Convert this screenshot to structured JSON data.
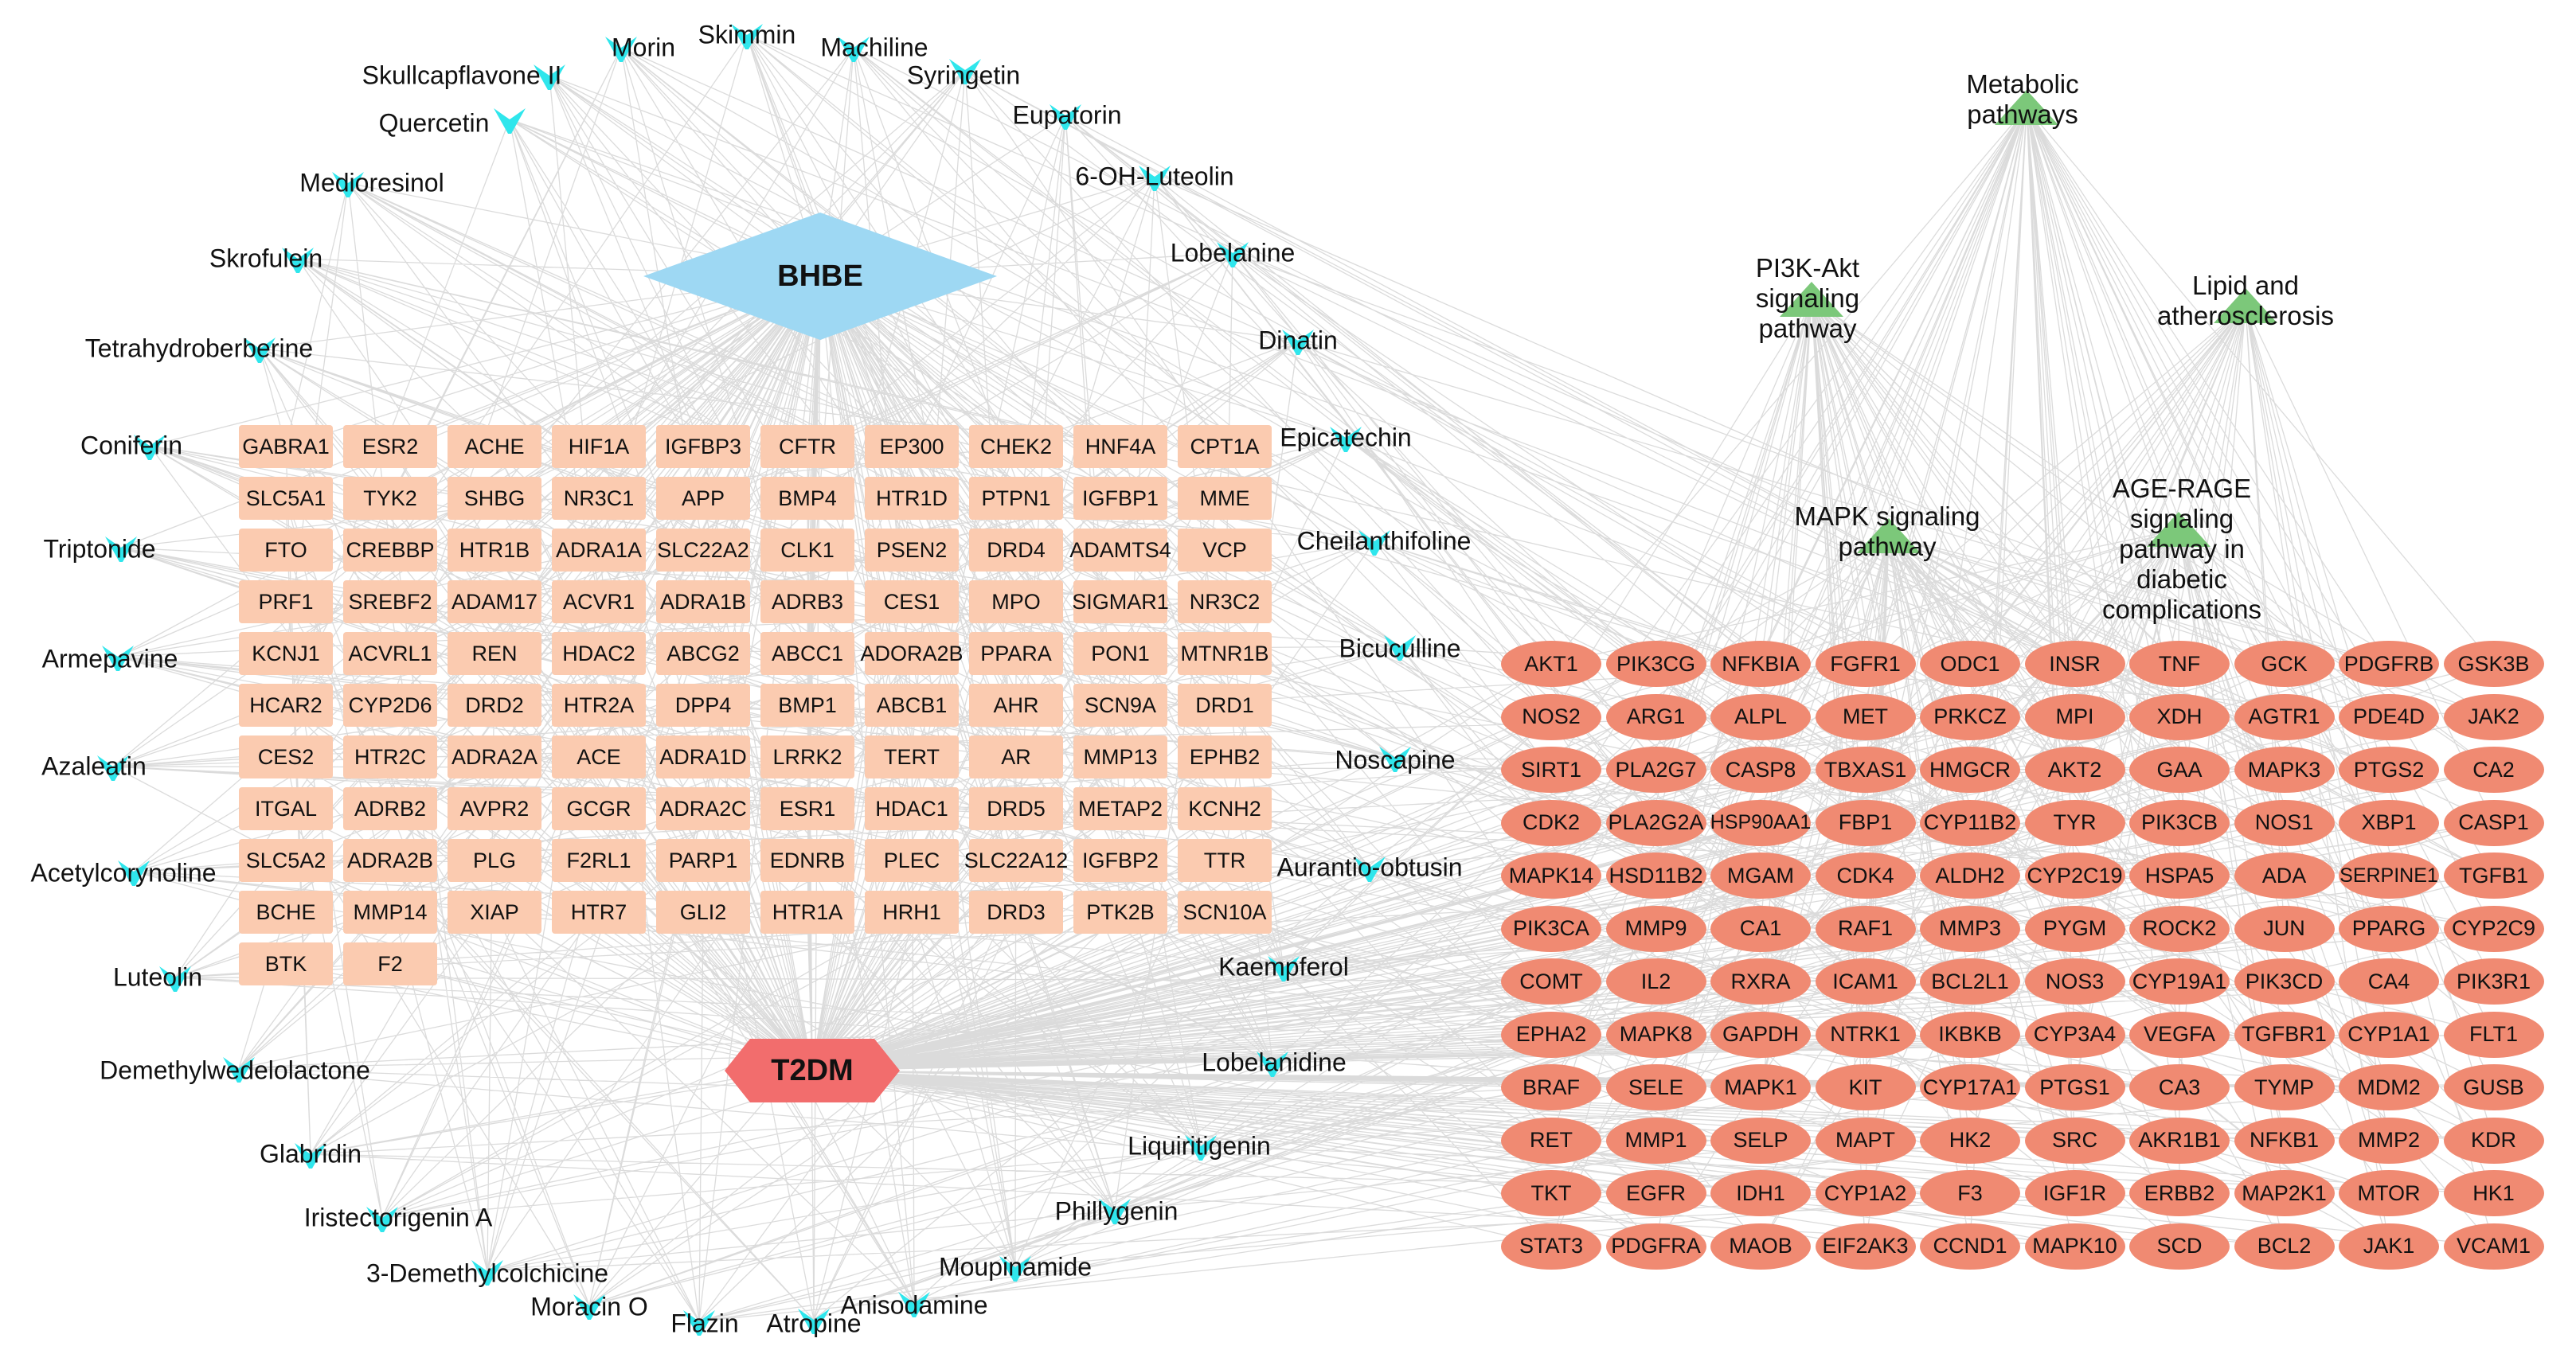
{
  "hubs": {
    "bhbe": {
      "label": "BHBE",
      "color": "#9ed8f3"
    },
    "t2dm": {
      "label": "T2DM",
      "color": "#f26d6d"
    }
  },
  "compounds": [
    "Morin",
    "Skimmin",
    "Machiline",
    "Skullcapflavone II",
    "Syringetin",
    "Quercetin",
    "Eupatorin",
    "Medioresinol",
    "6-OH-Luteolin",
    "Skrofulein",
    "Lobelanine",
    "Tetrahydroberberine",
    "Dinatin",
    "Coniferin",
    "Epicatechin",
    "Triptonide",
    "Cheilanthifoline",
    "Armepavine",
    "Bicuculline",
    "Azaleatin",
    "Noscapine",
    "Acetylcorynoline",
    "Aurantio-obtusin",
    "Luteolin",
    "Kaempferol",
    "Demethylwedelolactone",
    "Lobelanidine",
    "Glabridin",
    "Liquiritigenin",
    "Iristectorigenin A",
    "Phillygenin",
    "3-Demethylcolchicine",
    "Moupinamide",
    "Moracin O",
    "Anisodamine",
    "Flazin",
    "Atropine"
  ],
  "shared_targets": [
    [
      "GABRA1",
      "ESR2",
      "ACHE",
      "HIF1A",
      "IGFBP3",
      "CFTR",
      "EP300",
      "CHEK2",
      "HNF4A",
      "CPT1A"
    ],
    [
      "SLC5A1",
      "TYK2",
      "SHBG",
      "NR3C1",
      "APP",
      "BMP4",
      "HTR1D",
      "PTPN1",
      "IGFBP1",
      "MME"
    ],
    [
      "FTO",
      "CREBBP",
      "HTR1B",
      "ADRA1A",
      "SLC22A2",
      "CLK1",
      "PSEN2",
      "DRD4",
      "ADAMTS4",
      "VCP"
    ],
    [
      "PRF1",
      "SREBF2",
      "ADAM17",
      "ACVR1",
      "ADRA1B",
      "ADRB3",
      "CES1",
      "MPO",
      "SIGMAR1",
      "NR3C2"
    ],
    [
      "KCNJ1",
      "ACVRL1",
      "REN",
      "HDAC2",
      "ABCG2",
      "ABCC1",
      "ADORA2B",
      "PPARA",
      "PON1",
      "MTNR1B"
    ],
    [
      "HCAR2",
      "CYP2D6",
      "DRD2",
      "HTR2A",
      "DPP4",
      "BMP1",
      "ABCB1",
      "AHR",
      "SCN9A",
      "DRD1"
    ],
    [
      "CES2",
      "HTR2C",
      "ADRA2A",
      "ACE",
      "ADRA1D",
      "LRRK2",
      "TERT",
      "AR",
      "MMP13",
      "EPHB2"
    ],
    [
      "ITGAL",
      "ADRB2",
      "AVPR2",
      "GCGR",
      "ADRA2C",
      "ESR1",
      "HDAC1",
      "DRD5",
      "METAP2",
      "KCNH2"
    ],
    [
      "SLC5A2",
      "ADRA2B",
      "PLG",
      "F2RL1",
      "PARP1",
      "EDNRB",
      "PLEC",
      "SLC22A12",
      "IGFBP2",
      "TTR"
    ],
    [
      "BCHE",
      "MMP14",
      "XIAP",
      "HTR7",
      "GLI2",
      "HTR1A",
      "HRH1",
      "DRD3",
      "PTK2B",
      "SCN10A"
    ],
    [
      "BTK",
      "F2"
    ]
  ],
  "pathway_targets": [
    [
      "AKT1",
      "PIK3CG",
      "NFKBIA",
      "FGFR1",
      "ODC1",
      "INSR",
      "TNF",
      "GCK",
      "PDGFRB",
      "GSK3B"
    ],
    [
      "NOS2",
      "ARG1",
      "ALPL",
      "MET",
      "PRKCZ",
      "MPI",
      "XDH",
      "AGTR1",
      "PDE4D",
      "JAK2"
    ],
    [
      "SIRT1",
      "PLA2G7",
      "CASP8",
      "TBXAS1",
      "HMGCR",
      "AKT2",
      "GAA",
      "MAPK3",
      "PTGS2",
      "CA2"
    ],
    [
      "CDK2",
      "PLA2G2A",
      "HSP90AA1",
      "FBP1",
      "CYP11B2",
      "TYR",
      "PIK3CB",
      "NOS1",
      "XBP1",
      "CASP1"
    ],
    [
      "MAPK14",
      "HSD11B2",
      "MGAM",
      "CDK4",
      "ALDH2",
      "CYP2C19",
      "HSPA5",
      "ADA",
      "SERPINE1",
      "TGFB1"
    ],
    [
      "PIK3CA",
      "MMP9",
      "CA1",
      "RAF1",
      "MMP3",
      "PYGM",
      "ROCK2",
      "JUN",
      "PPARG",
      "CYP2C9"
    ],
    [
      "COMT",
      "IL2",
      "RXRA",
      "ICAM1",
      "BCL2L1",
      "NOS3",
      "CYP19A1",
      "PIK3CD",
      "CA4",
      "PIK3R1"
    ],
    [
      "EPHA2",
      "MAPK8",
      "GAPDH",
      "NTRK1",
      "IKBKB",
      "CYP3A4",
      "VEGFA",
      "TGFBR1",
      "CYP1A1",
      "FLT1"
    ],
    [
      "BRAF",
      "SELE",
      "MAPK1",
      "KIT",
      "CYP17A1",
      "PTGS1",
      "CA3",
      "TYMP",
      "MDM2",
      "GUSB"
    ],
    [
      "RET",
      "MMP1",
      "SELP",
      "MAPT",
      "HK2",
      "SRC",
      "AKR1B1",
      "NFKB1",
      "MMP2",
      "KDR"
    ],
    [
      "TKT",
      "EGFR",
      "IDH1",
      "CYP1A2",
      "F3",
      "IGF1R",
      "ERBB2",
      "MAP2K1",
      "MTOR",
      "HK1"
    ],
    [
      "STAT3",
      "PDGFRA",
      "MAOB",
      "EIF2AK3",
      "CCND1",
      "MAPK10",
      "SCD",
      "BCL2",
      "JAK1",
      "VCAM1"
    ]
  ],
  "pathways": [
    "Metabolic\npathways",
    "PI3K-Akt\nsignaling\npathway",
    "Lipid and\natherosclerosis",
    "MAPK signaling\npathway",
    "AGE-RAGE\nsignaling\npathway in\ndiabetic\ncomplications"
  ],
  "colors": {
    "compound": "#2fe6ec",
    "shared_target": "#fbcbb0",
    "pathway_target": "#f08a72",
    "pathway": "#7cc87a",
    "edge": "#bdbdbd"
  }
}
